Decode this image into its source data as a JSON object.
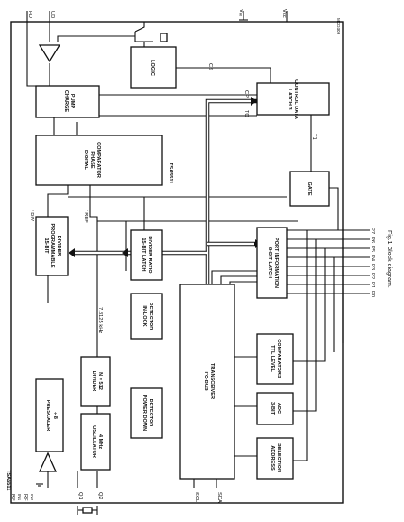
{
  "title": "TSA5511",
  "caption": "Fig.1 Block diagram.",
  "reference": "MCD309",
  "blocks": {
    "prescaler": [
      "PRESCALER",
      "÷ 8"
    ],
    "oscillator": [
      "OSCILLATOR",
      "4 MHz"
    ],
    "divider512": [
      "DIVIDER",
      "N = 512"
    ],
    "prog_divider": [
      "15-BIT",
      "PROGRAMMABLE",
      "DIVIDER"
    ],
    "phase_comp": [
      "DIGITAL",
      "PHASE",
      "COMPARATOR"
    ],
    "charge_pump": [
      "CHARGE",
      "PUMP"
    ],
    "logic": [
      "LOGIC"
    ],
    "latch15": [
      "15-BIT LATCH",
      "DIVIDER RATIO"
    ],
    "inlock": [
      "IN-LOCK",
      "DETECTOR"
    ],
    "powerdown": [
      "POWER DOWN",
      "DETECTOR"
    ],
    "i2c": [
      "I²C-BUS",
      "TRANSCEIVER"
    ],
    "latch_ctrl": [
      "LATCH 3",
      "CONTROL DATA"
    ],
    "gate": [
      "GATE"
    ],
    "latch_port": [
      "8-BIT LATCH",
      "PORT INFORMATION"
    ],
    "ttl": [
      "TTL LEVEL",
      "COMPARATORS"
    ],
    "adc": [
      "3-BIT",
      "ADC"
    ],
    "addr": [
      "ADDRESS",
      "SELECTION"
    ]
  },
  "pins": {
    "pd": "PD",
    "ud": "UD",
    "vee": "Vₑₑ",
    "vcc": "Vᴄᴄ",
    "rf_in1": "RF",
    "rf_in2": "RF",
    "in1": "IN1",
    "in2": "IN2",
    "q1": "Q1",
    "q2": "Q2",
    "scl": "SCL",
    "sda": "SDA"
  },
  "signals": {
    "cp": "CP",
    "to": "TO",
    "cs": "CS",
    "t1": "T1",
    "fdiv": "f DIV",
    "fref": "f REF",
    "freq": "7.8125 kHz"
  },
  "ports": [
    "P0",
    "P1",
    "P2",
    "P3",
    "P4",
    "P5",
    "P6",
    "P7"
  ]
}
